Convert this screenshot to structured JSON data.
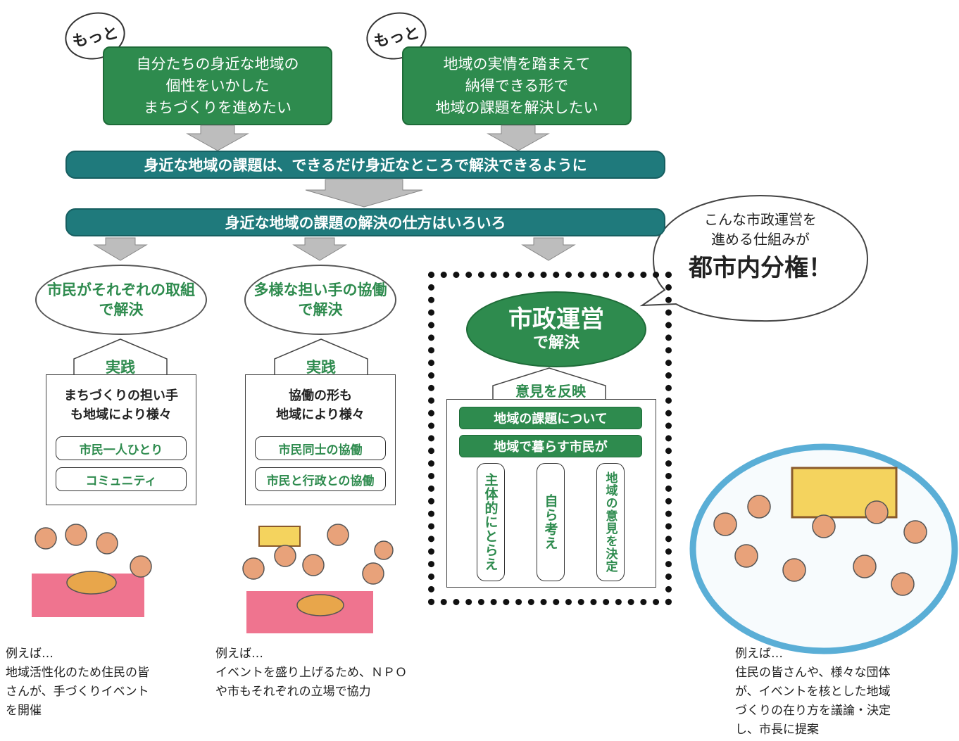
{
  "top_left": {
    "motto": "もっと",
    "lines": [
      "自分たちの身近な地域の",
      "個性をいかした",
      "まちづくりを進めたい"
    ]
  },
  "top_right": {
    "motto": "もっと",
    "lines": [
      "地域の実情を踏まえて",
      "納得できる形で",
      "地域の課題を解決したい"
    ]
  },
  "bar1": "身近な地域の課題は、できるだけ身近なところで解決できるように",
  "bar2": "身近な地域の課題の解決の仕方はいろいろ",
  "speech": {
    "line1": "こんな市政運営を",
    "line2": "進める仕組みが",
    "headline": "都市内分権！"
  },
  "col1": {
    "oval": [
      "市民がそれぞれの取組",
      "で解決"
    ],
    "arrow_label": "実践",
    "text": [
      "まちづくりの担い手",
      "も地域により様々"
    ],
    "pills": [
      "市民一人ひとり",
      "コミュニティ"
    ],
    "caption": "例えば…\n地域活性化のため住民の皆\nさんが、手づくりイベント\nを開催"
  },
  "col2": {
    "oval": [
      "多様な担い手の協働",
      "で解決"
    ],
    "arrow_label": "実践",
    "text": [
      "協働の形も",
      "地域により様々"
    ],
    "pills": [
      "市民同士の協働",
      "市民と行政との協働"
    ],
    "caption": "例えば…\nイベントを盛り上げるため、ＮＰＯ\nや市もそれぞれの立場で協力"
  },
  "col3": {
    "oval_main": "市政運営",
    "oval_sub": "で解決",
    "arrow_label": "意見を反映",
    "bars": [
      "地域の課題について",
      "地域で暮らす市民が"
    ],
    "vpills": [
      "主体的にとらえ",
      "自ら考え",
      "地域の意見を決定"
    ],
    "caption": "例えば…\n住民の皆さんや、様々な団体\nが、イベントを核とした地域\nづくりの在り方を議論・決定\nし、市長に提案"
  },
  "colors": {
    "green": "#2e8b4e",
    "teal": "#1f7a7c",
    "gray_arrow": "#bdbdbd"
  }
}
